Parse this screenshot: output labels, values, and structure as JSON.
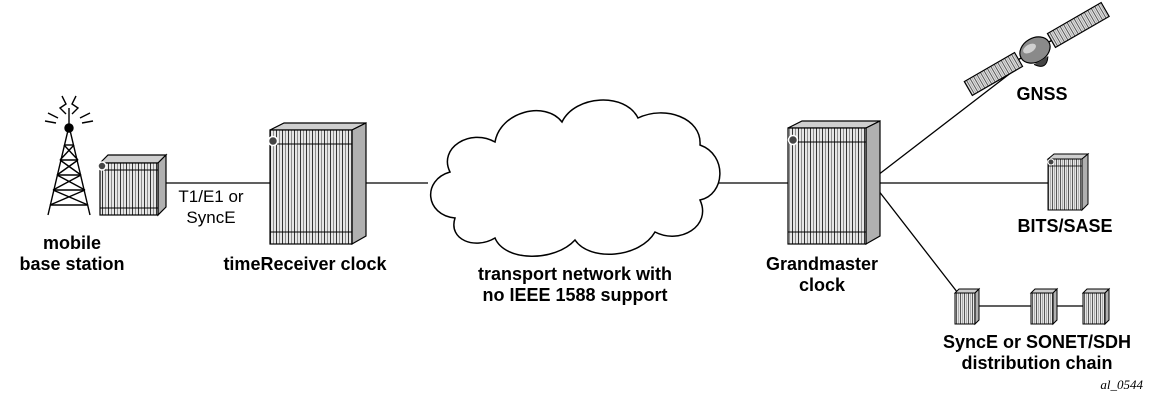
{
  "labels": {
    "mobile_base_station": [
      "mobile",
      "base station"
    ],
    "link": [
      "T1/E1 or",
      "SyncE"
    ],
    "time_receiver": "timeReceiver clock",
    "transport_network": [
      "transport network with",
      "no IEEE 1588 support"
    ],
    "grandmaster": [
      "Grandmaster",
      "clock"
    ],
    "gnss": "GNSS",
    "bits": "BITS/SASE",
    "sync_chain": [
      "SyncE or SONET/SDH",
      "distribution chain"
    ],
    "figure_code": "al_0544"
  },
  "icons": {
    "tower": "cell-tower-icon",
    "rack": "equipment-rack-icon",
    "cloud": "network-cloud-icon",
    "satellite": "satellite-icon"
  }
}
